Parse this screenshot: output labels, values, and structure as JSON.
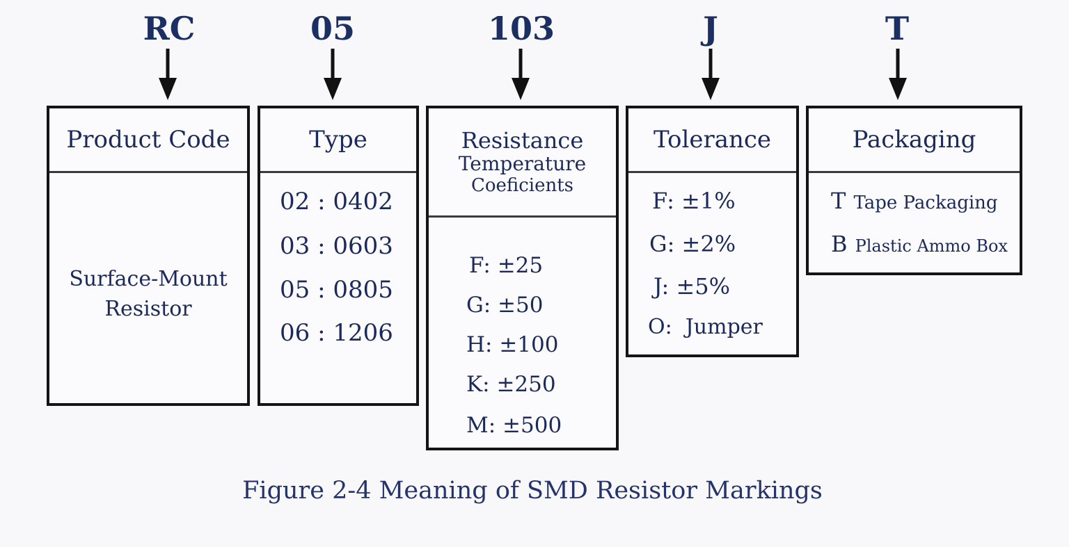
{
  "codes": [
    "RC",
    "05",
    "103",
    "J",
    "T"
  ],
  "product_code": {
    "title": "Product Code",
    "desc_line1": "Surface-Mount",
    "desc_line2": "Resistor"
  },
  "type": {
    "title": "Type",
    "items": [
      "02 : 0402",
      "03 : 0603",
      "05 : 0805",
      "06 : 1206"
    ]
  },
  "rtc": {
    "title_line1": "Resistance",
    "title_line2": "Temperature",
    "title_line3": "Coeficients",
    "items": [
      "F: ±25",
      "G: ±50",
      "H: ±100",
      "K: ±250",
      "M: ±500"
    ]
  },
  "tolerance": {
    "title": "Tolerance",
    "items": [
      "F: ±1%",
      "G: ±2%",
      "J: ±5%",
      "O:  Jumper"
    ]
  },
  "packaging": {
    "title": "Packaging",
    "items": [
      {
        "letter": "T",
        "label": "Tape Packaging"
      },
      {
        "letter": "B",
        "label": "Plastic Ammo Box"
      }
    ]
  },
  "caption": "Figure 2-4  Meaning of SMD Resistor Markings"
}
